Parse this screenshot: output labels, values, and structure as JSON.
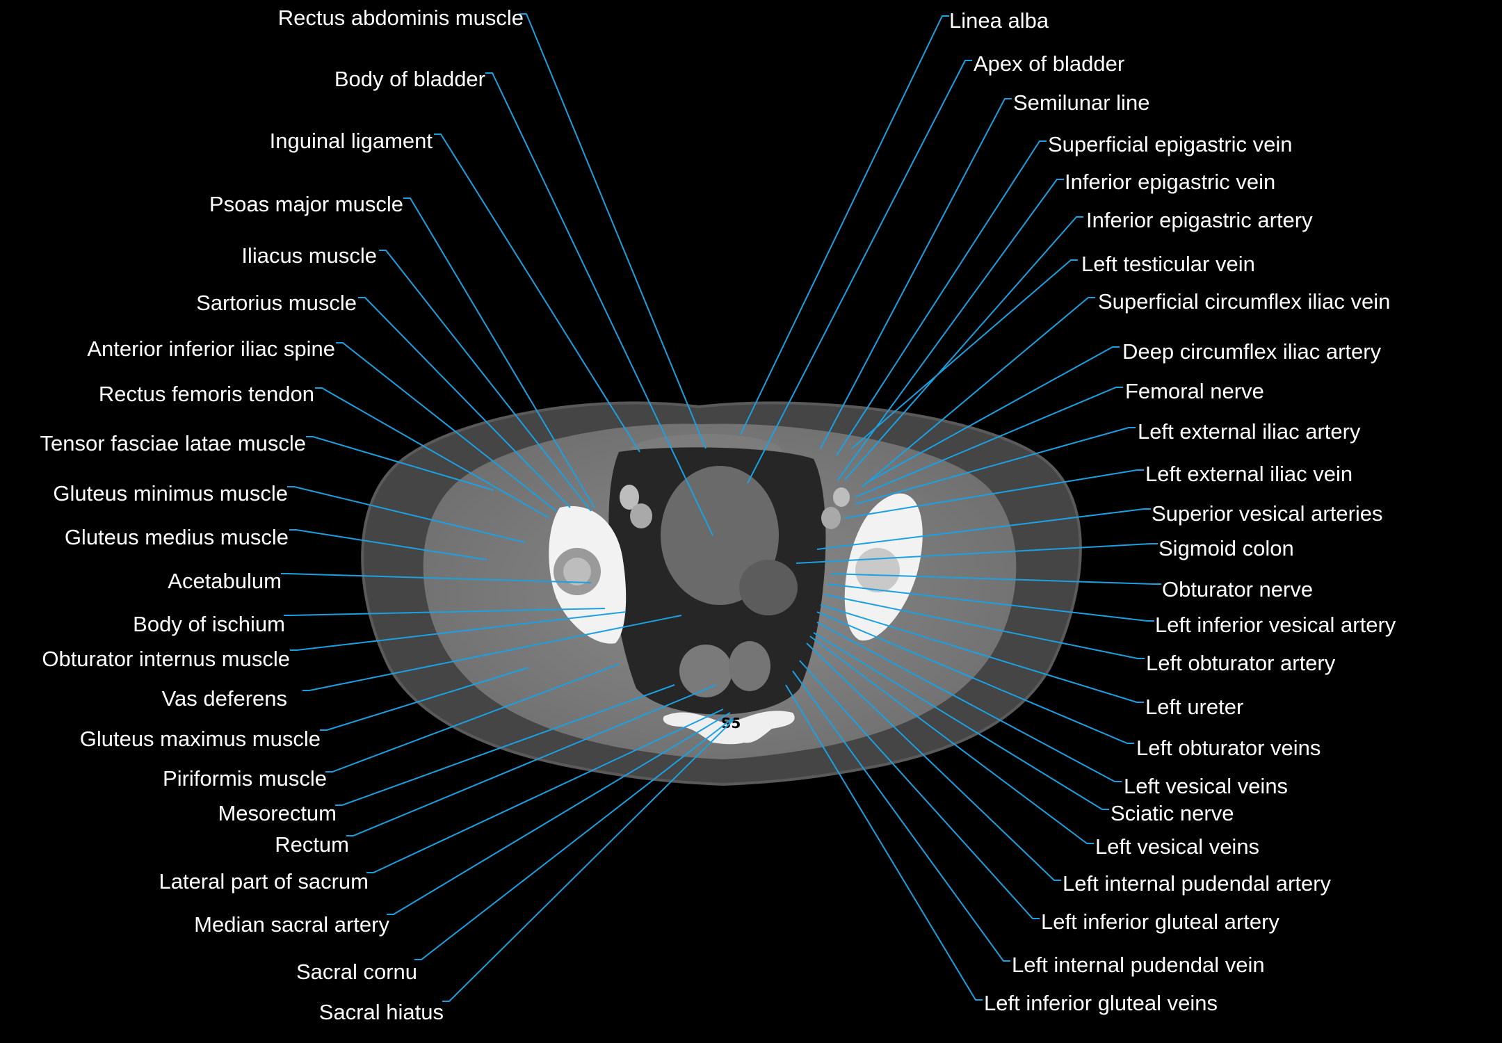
{
  "figure": {
    "vertebra_label": "S5",
    "line_color": "#1ba1e2",
    "text_color": "#ffffff",
    "background_color": "#000000"
  },
  "labels_left": [
    "Rectus abdominis muscle",
    "Body of bladder",
    "Inguinal ligament",
    "Psoas major muscle",
    "Iliacus muscle",
    "Sartorius muscle",
    "Anterior inferior iliac spine",
    "Rectus femoris tendon",
    "Tensor fasciae latae muscle",
    "Gluteus minimus muscle",
    "Gluteus medius muscle",
    "Acetabulum",
    "Body of ischium",
    "Obturator internus muscle",
    "Vas deferens",
    "Gluteus maximus muscle",
    "Piriformis muscle",
    "Mesorectum",
    "Rectum",
    "Lateral part of sacrum",
    "Median sacral artery",
    "Sacral cornu",
    "Sacral hiatus"
  ],
  "labels_right": [
    "Linea alba",
    "Apex of bladder",
    "Semilunar line",
    "Superficial epigastric vein",
    "Inferior epigastric vein",
    "Inferior epigastric artery",
    "Left testicular vein",
    "Superficial circumflex iliac vein",
    "Deep circumflex iliac artery",
    "Femoral nerve",
    "Left external iliac artery",
    "Left external iliac vein",
    "Superior vesical arteries",
    "Sigmoid colon",
    "Obturator nerve",
    "Left inferior vesical artery",
    "Left obturator artery",
    "Left ureter",
    "Left obturator veins",
    "Left vesical veins",
    "Sciatic nerve",
    "Left vesical veins",
    "Left internal pudendal artery",
    "Left inferior gluteal artery",
    "Left internal pudendal vein",
    "Left inferior gluteal veins"
  ]
}
